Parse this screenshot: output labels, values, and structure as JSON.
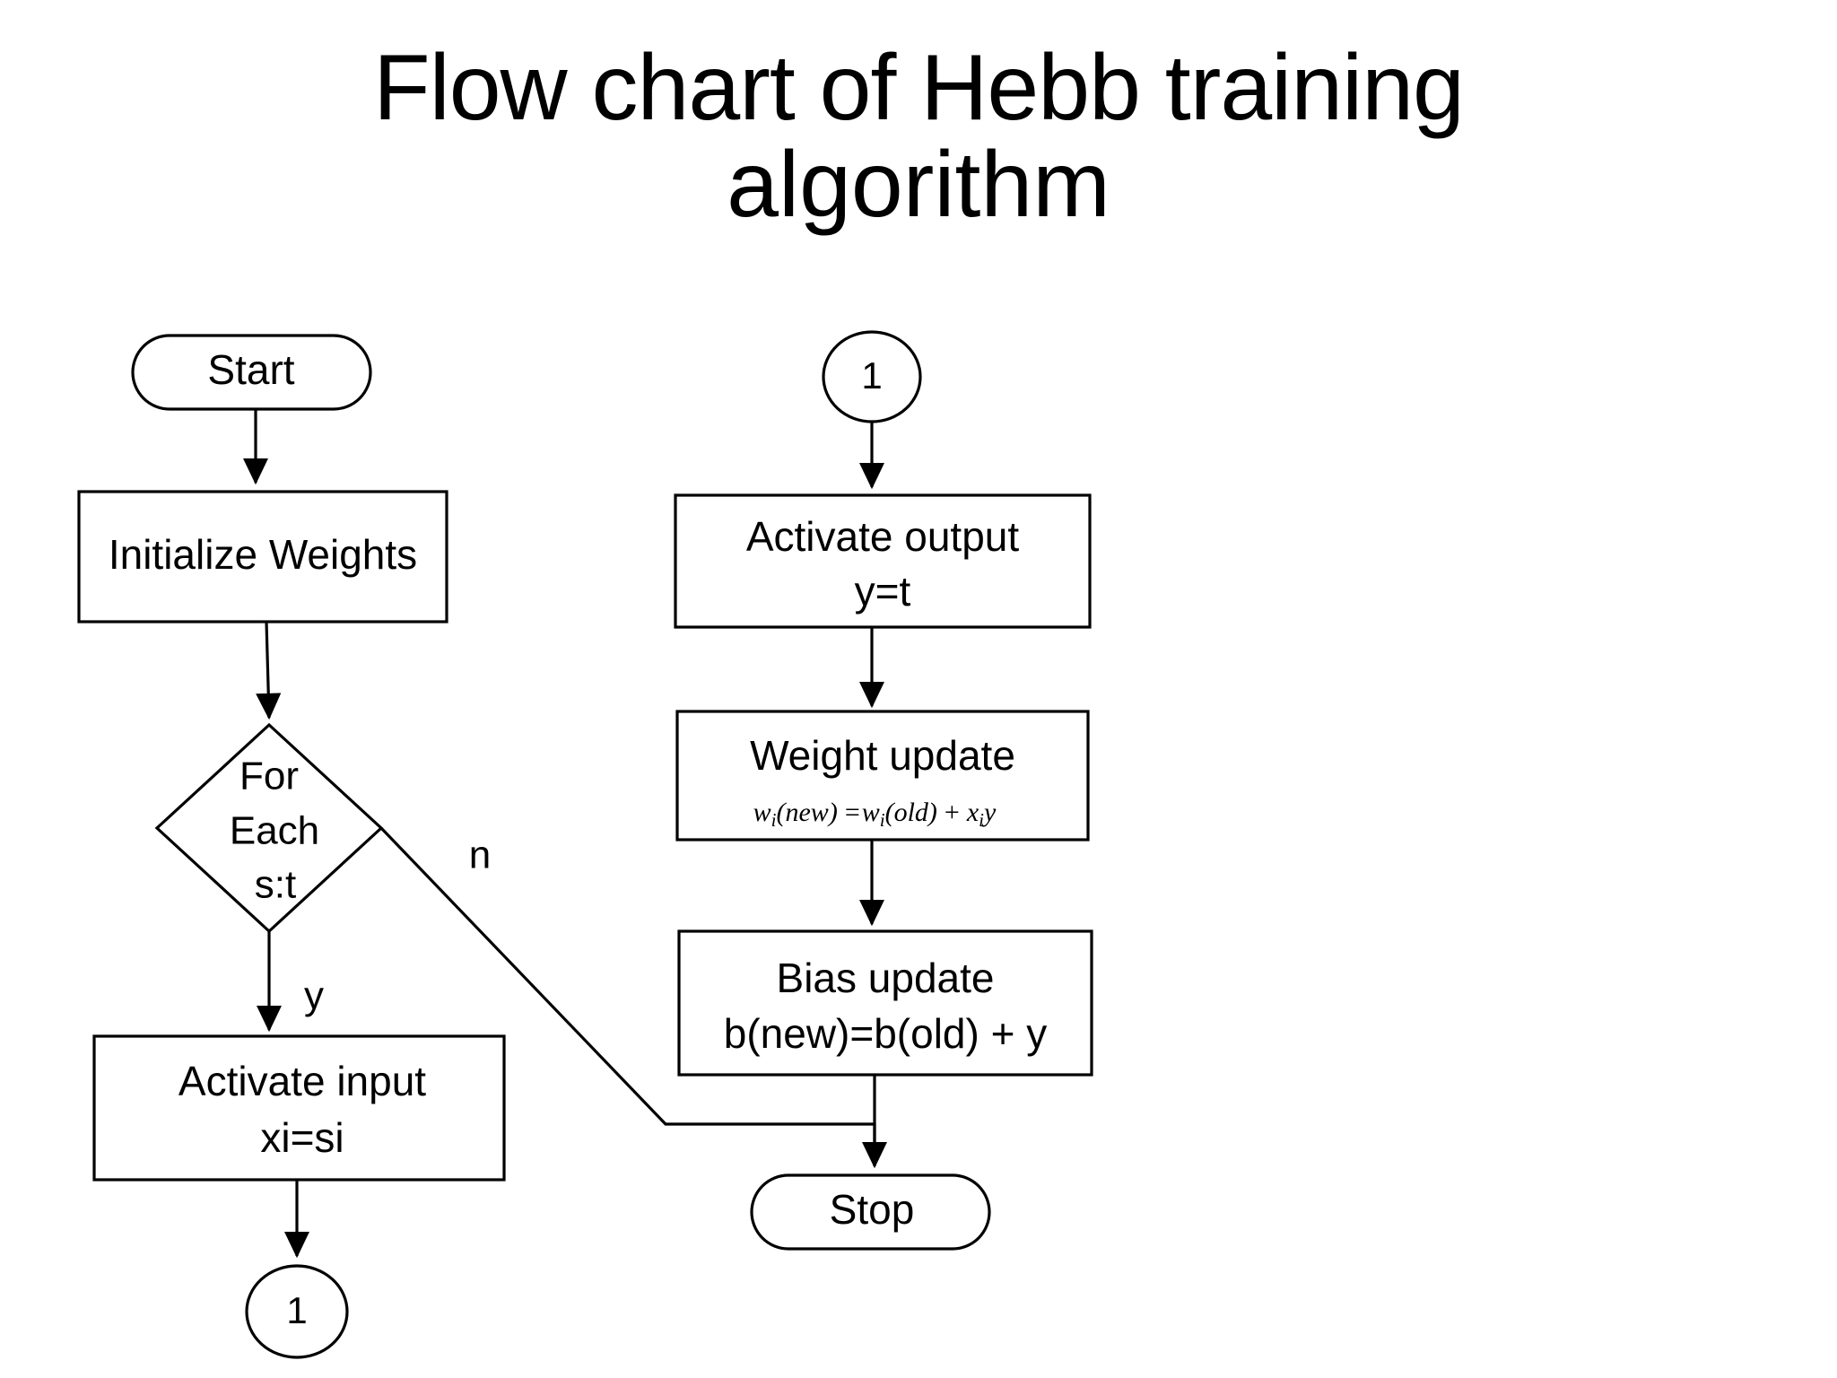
{
  "title": {
    "line1": "Flow chart of Hebb training",
    "line2": "algorithm",
    "full": "Flow chart of Hebb training algorithm"
  },
  "chart_data": {
    "type": "diagram",
    "diagram_kind": "flowchart",
    "title": "Flow chart of Hebb training algorithm",
    "nodes": [
      {
        "id": "start",
        "shape": "stadium",
        "label": "Start",
        "column": "left"
      },
      {
        "id": "init",
        "shape": "rect",
        "label": "Initialize Weights",
        "column": "left"
      },
      {
        "id": "foreach",
        "shape": "diamond",
        "label_line1": "For",
        "label_line2": "Each",
        "label_line3": "s:t",
        "column": "left"
      },
      {
        "id": "act-input",
        "shape": "rect",
        "label_line1": "Activate input",
        "label_line2": "xi=si",
        "column": "left"
      },
      {
        "id": "conn-bottom",
        "shape": "circle",
        "label": "1",
        "column": "left"
      },
      {
        "id": "conn-top",
        "shape": "circle",
        "label": "1",
        "column": "right"
      },
      {
        "id": "act-output",
        "shape": "rect",
        "label_line1": "Activate output",
        "label_line2": "y=t",
        "column": "right"
      },
      {
        "id": "weight-update",
        "shape": "rect",
        "label_line1": "Weight update",
        "formula": "wi(new) = wi(old) + xiy",
        "column": "right"
      },
      {
        "id": "bias-update",
        "shape": "rect",
        "label_line1": "Bias update",
        "label_line2": "b(new)=b(old) + y",
        "column": "right"
      },
      {
        "id": "stop",
        "shape": "stadium",
        "label": "Stop",
        "column": "right"
      }
    ],
    "edges": [
      {
        "from": "start",
        "to": "init",
        "label": ""
      },
      {
        "from": "init",
        "to": "foreach",
        "label": ""
      },
      {
        "from": "foreach",
        "to": "act-input",
        "label": "y"
      },
      {
        "from": "foreach",
        "to": "stop",
        "label": "n"
      },
      {
        "from": "act-input",
        "to": "conn-bottom",
        "label": ""
      },
      {
        "from": "conn-top",
        "to": "act-output",
        "label": ""
      },
      {
        "from": "act-output",
        "to": "weight-update",
        "label": ""
      },
      {
        "from": "weight-update",
        "to": "bias-update",
        "label": ""
      },
      {
        "from": "bias-update",
        "to": "stop",
        "label": ""
      }
    ],
    "edge_labels": {
      "yes": "y",
      "no": "n"
    },
    "colors": {
      "stroke": "#000000",
      "fill": "#ffffff",
      "text": "#000000",
      "background": "#ffffff"
    }
  },
  "nodes": {
    "start": {
      "label": "Start"
    },
    "init": {
      "label": "Initialize Weights"
    },
    "foreach": {
      "line1": "For",
      "line2": "Each",
      "line3": "s:t"
    },
    "act_input": {
      "line1": "Activate input",
      "line2": "xi=si"
    },
    "conn_bottom": {
      "label": "1"
    },
    "conn_top": {
      "label": "1"
    },
    "act_output": {
      "line1": "Activate output",
      "line2": "y=t"
    },
    "weight_update": {
      "line1": "Weight update",
      "formula_w": "w",
      "formula_i1": "i",
      "formula_new": "(new)",
      "formula_eq": "=",
      "formula_w2": "w",
      "formula_i2": "i",
      "formula_old": "(old)",
      "formula_plus": "+",
      "formula_x": "x",
      "formula_i3": "i",
      "formula_y": "y"
    },
    "bias_update": {
      "line1": "Bias update",
      "line2": "b(new)=b(old) + y"
    },
    "stop": {
      "label": "Stop"
    }
  },
  "edge_labels": {
    "yes": "y",
    "no": "n"
  }
}
